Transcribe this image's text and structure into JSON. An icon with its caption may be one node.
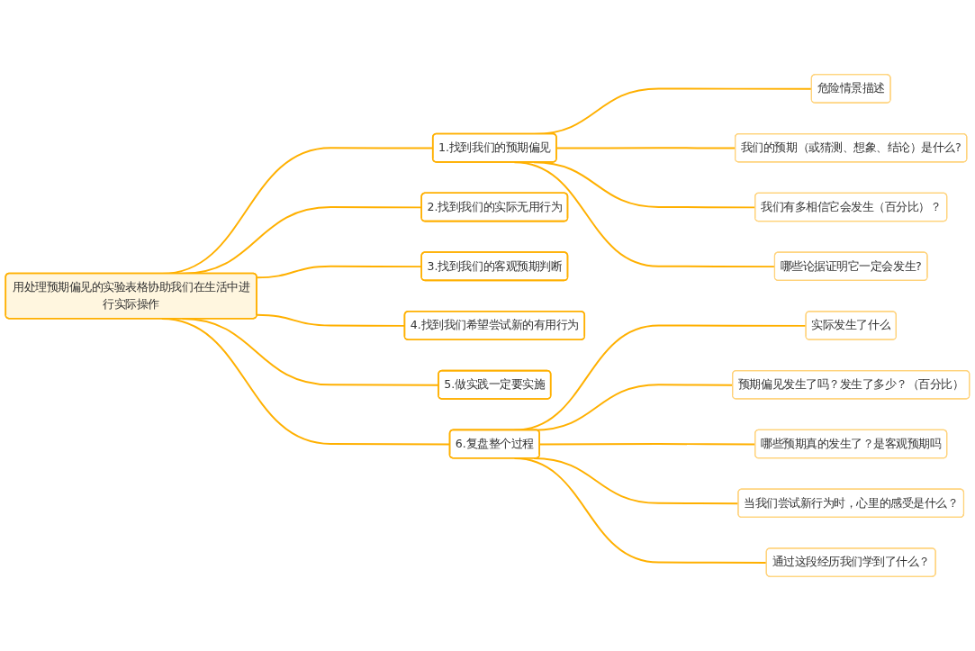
{
  "diagram": {
    "nodes": [
      {
        "text": [
          "用处理预期偏见的实验表格协助我们在生活中进行实际操作"
        ]
      },
      {
        "text": [
          "1.找到我们的预期偏见"
        ]
      },
      {
        "text": [
          "危险情景描述"
        ]
      },
      {
        "text": [
          "我们的预期（或猜测、想象、结论）是什么?"
        ]
      },
      {
        "text": [
          "我们有多相信它会发生（百分比）？"
        ]
      },
      {
        "text": [
          "哪些论据证明它一定会发生?"
        ]
      },
      {
        "text": [
          "2.找到我们的实际无用行为"
        ]
      },
      {
        "text": [
          "3.找到我们的客观预期判断"
        ]
      },
      {
        "text": [
          "4.找到我们希望尝试新的有用行为"
        ]
      },
      {
        "text": [
          "5.做实践一定要实施"
        ]
      },
      {
        "text": [
          "6.复盘整个过程"
        ]
      },
      {
        "text": [
          "实际发生了什么"
        ]
      },
      {
        "text": [
          "预期偏见发生了吗？发生了多少？（百分比）"
        ]
      },
      {
        "text": [
          "哪些预期真的发生了？是客观预期吗"
        ]
      },
      {
        "text": [
          "当我们尝试新行为时，心里的感受是什么？"
        ]
      },
      {
        "text": [
          "通过这段经历我们学到了什么？"
        ]
      }
    ],
    "edges": [
      {
        "from": 0,
        "to": 1,
        "arrow": "none"
      },
      {
        "from": 1,
        "to": 2,
        "arrow": "none"
      },
      {
        "from": 1,
        "to": 3,
        "arrow": "none"
      },
      {
        "from": 1,
        "to": 4,
        "arrow": "none"
      },
      {
        "from": 1,
        "to": 5,
        "arrow": "none"
      },
      {
        "from": 0,
        "to": 6,
        "arrow": "none"
      },
      {
        "from": 0,
        "to": 7,
        "arrow": "none"
      },
      {
        "from": 0,
        "to": 8,
        "arrow": "none"
      },
      {
        "from": 0,
        "to": 9,
        "arrow": "none"
      },
      {
        "from": 0,
        "to": 10,
        "arrow": "none"
      },
      {
        "from": 10,
        "to": 11,
        "arrow": "none"
      },
      {
        "from": 10,
        "to": 12,
        "arrow": "none"
      },
      {
        "from": 10,
        "to": 13,
        "arrow": "none"
      },
      {
        "from": 10,
        "to": 14,
        "arrow": "none"
      },
      {
        "from": 10,
        "to": 15,
        "arrow": "none"
      }
    ]
  }
}
